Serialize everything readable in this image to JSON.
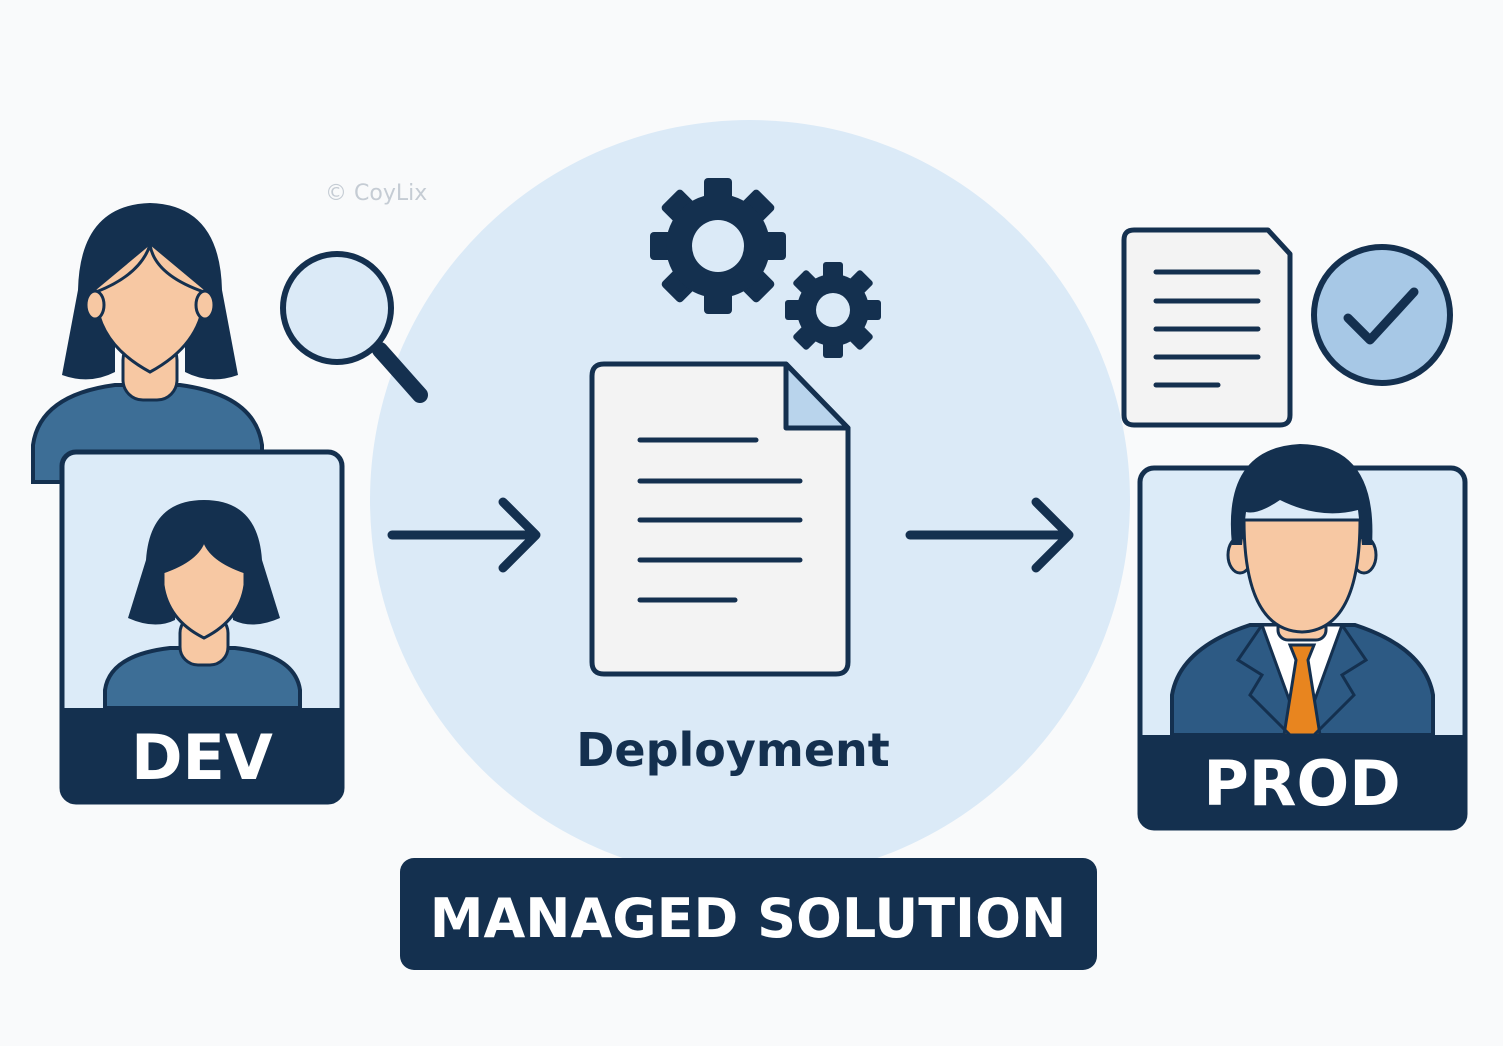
{
  "watermark": "© CoyLix",
  "dev": {
    "label": "DEV"
  },
  "deployment": {
    "label": "Deployment"
  },
  "prod": {
    "label": "PROD"
  },
  "banner": {
    "label": "MANAGED SOLUTION"
  },
  "colors": {
    "navy": "#14304f",
    "skin": "#f7c8a3",
    "shirt_blue": "#3d6e96",
    "card_bg": "#dcebf8",
    "circle_bg": "#dbeaf7",
    "doc_bg": "#f3f3f3",
    "fold_blue": "#b9d4ec",
    "check_bg": "#a7c8e6",
    "tie_orange": "#e8851f",
    "suit": "#2d5a84"
  }
}
